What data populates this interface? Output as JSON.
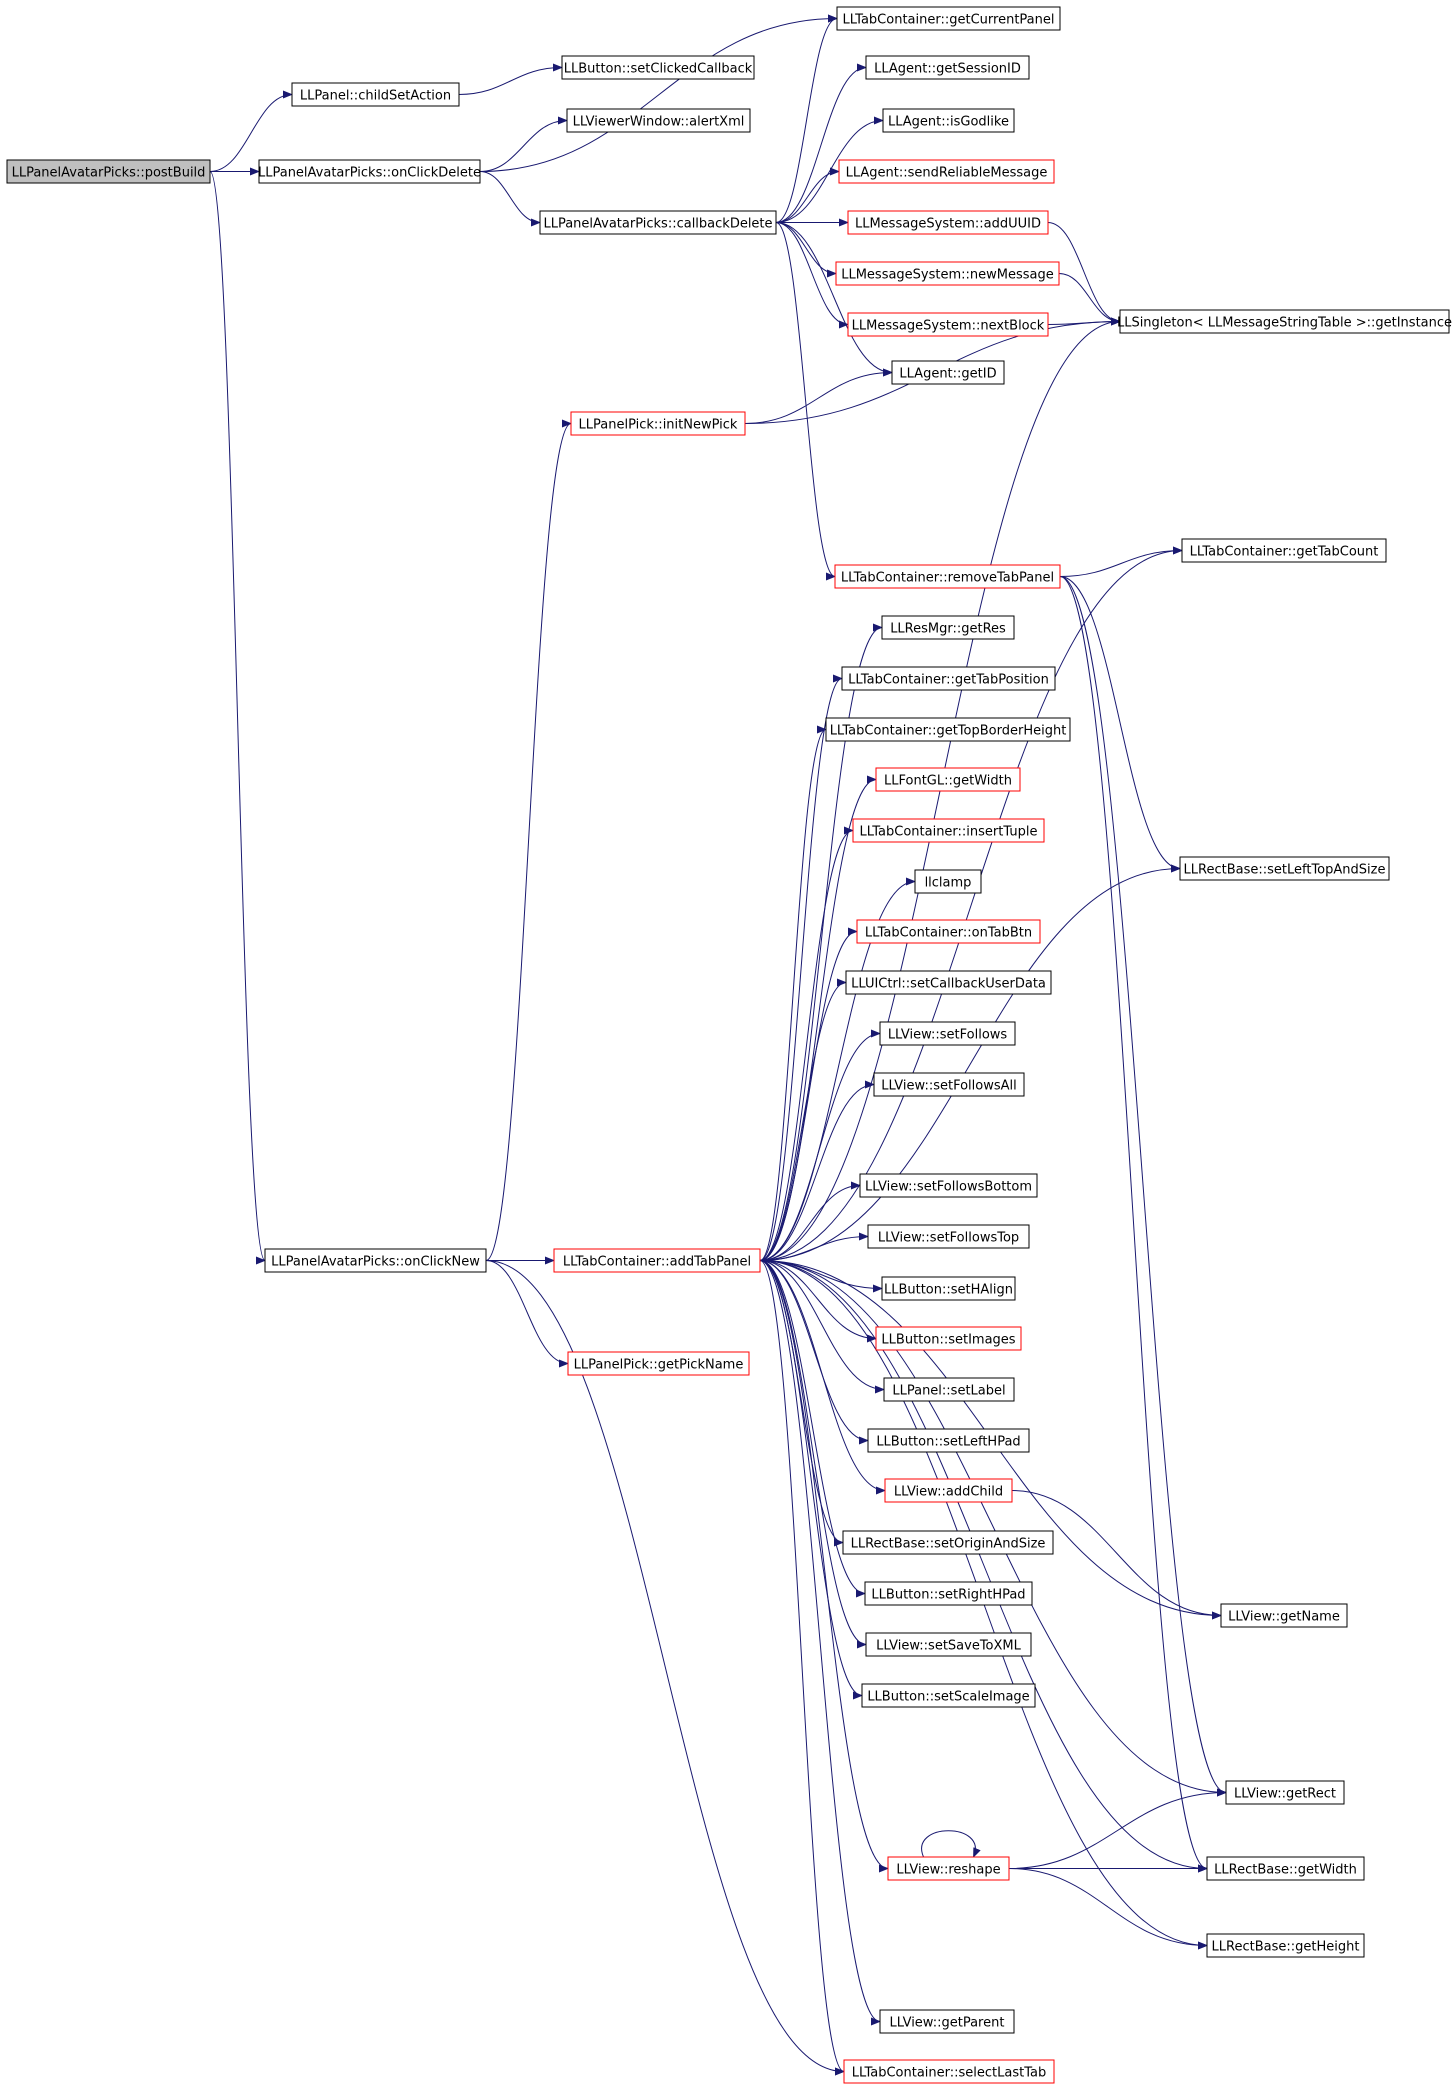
{
  "colors": {
    "edge": "#191970",
    "node_border": "#000000",
    "node_border_truncated": "#ff0000",
    "root_fill": "#bfbfbf",
    "node_fill": "#ffffff"
  },
  "nodes": [
    {
      "id": "postBuild",
      "label": "LLPanelAvatarPicks::postBuild",
      "style": "root"
    },
    {
      "id": "childSetAction",
      "label": "LLPanel::childSetAction",
      "style": "normal"
    },
    {
      "id": "onClickDelete",
      "label": "LLPanelAvatarPicks::onClickDelete",
      "style": "normal"
    },
    {
      "id": "onClickNew",
      "label": "LLPanelAvatarPicks::onClickNew",
      "style": "normal"
    },
    {
      "id": "setClickedCallback",
      "label": "LLButton::setClickedCallback",
      "style": "normal"
    },
    {
      "id": "alertXml",
      "label": "LLViewerWindow::alertXml",
      "style": "normal"
    },
    {
      "id": "callbackDelete",
      "label": "LLPanelAvatarPicks::callbackDelete",
      "style": "normal"
    },
    {
      "id": "initNewPick",
      "label": "LLPanelPick::initNewPick",
      "style": "truncated"
    },
    {
      "id": "addTabPanel",
      "label": "LLTabContainer::addTabPanel",
      "style": "truncated"
    },
    {
      "id": "getPickName",
      "label": "LLPanelPick::getPickName",
      "style": "truncated"
    },
    {
      "id": "getCurrentPanel",
      "label": "LLTabContainer::getCurrentPanel",
      "style": "normal"
    },
    {
      "id": "getSessionID",
      "label": "LLAgent::getSessionID",
      "style": "normal"
    },
    {
      "id": "isGodlike",
      "label": "LLAgent::isGodlike",
      "style": "normal"
    },
    {
      "id": "sendReliableMessage",
      "label": "LLAgent::sendReliableMessage",
      "style": "truncated"
    },
    {
      "id": "addUUID",
      "label": "LLMessageSystem::addUUID",
      "style": "truncated"
    },
    {
      "id": "newMessage",
      "label": "LLMessageSystem::newMessage",
      "style": "truncated"
    },
    {
      "id": "nextBlock",
      "label": "LLMessageSystem::nextBlock",
      "style": "truncated"
    },
    {
      "id": "getID",
      "label": "LLAgent::getID",
      "style": "normal"
    },
    {
      "id": "removeTabPanel",
      "label": "LLTabContainer::removeTabPanel",
      "style": "truncated"
    },
    {
      "id": "getRes",
      "label": "LLResMgr::getRes",
      "style": "normal"
    },
    {
      "id": "getTabPosition",
      "label": "LLTabContainer::getTabPosition",
      "style": "normal"
    },
    {
      "id": "getTopBorderHeight",
      "label": "LLTabContainer::getTopBorderHeight",
      "style": "normal"
    },
    {
      "id": "fontGetWidth",
      "label": "LLFontGL::getWidth",
      "style": "truncated"
    },
    {
      "id": "insertTuple",
      "label": "LLTabContainer::insertTuple",
      "style": "truncated"
    },
    {
      "id": "llclamp",
      "label": "llclamp",
      "style": "normal"
    },
    {
      "id": "onTabBtn",
      "label": "LLTabContainer::onTabBtn",
      "style": "truncated"
    },
    {
      "id": "setCallbackUserData",
      "label": "LLUICtrl::setCallbackUserData",
      "style": "normal"
    },
    {
      "id": "setFollows",
      "label": "LLView::setFollows",
      "style": "normal"
    },
    {
      "id": "setFollowsAll",
      "label": "LLView::setFollowsAll",
      "style": "normal"
    },
    {
      "id": "setFollowsBottom",
      "label": "LLView::setFollowsBottom",
      "style": "normal"
    },
    {
      "id": "setFollowsTop",
      "label": "LLView::setFollowsTop",
      "style": "normal"
    },
    {
      "id": "setHAlign",
      "label": "LLButton::setHAlign",
      "style": "normal"
    },
    {
      "id": "setImages",
      "label": "LLButton::setImages",
      "style": "truncated"
    },
    {
      "id": "setLabel",
      "label": "LLPanel::setLabel",
      "style": "normal"
    },
    {
      "id": "setLeftHPad",
      "label": "LLButton::setLeftHPad",
      "style": "normal"
    },
    {
      "id": "addChild",
      "label": "LLView::addChild",
      "style": "truncated"
    },
    {
      "id": "setOriginAndSize",
      "label": "LLRectBase::setOriginAndSize",
      "style": "normal"
    },
    {
      "id": "setRightHPad",
      "label": "LLButton::setRightHPad",
      "style": "normal"
    },
    {
      "id": "setSaveToXML",
      "label": "LLView::setSaveToXML",
      "style": "normal"
    },
    {
      "id": "setScaleImage",
      "label": "LLButton::setScaleImage",
      "style": "normal"
    },
    {
      "id": "reshape",
      "label": "LLView::reshape",
      "style": "truncated"
    },
    {
      "id": "getParent",
      "label": "LLView::getParent",
      "style": "normal"
    },
    {
      "id": "selectLastTab",
      "label": "LLTabContainer::selectLastTab",
      "style": "truncated"
    },
    {
      "id": "getInstance",
      "label": "LLSingleton< LLMessageStringTable >::getInstance",
      "style": "normal"
    },
    {
      "id": "getTabCount",
      "label": "LLTabContainer::getTabCount",
      "style": "normal"
    },
    {
      "id": "setLeftTopAndSize",
      "label": "LLRectBase::setLeftTopAndSize",
      "style": "normal"
    },
    {
      "id": "getName",
      "label": "LLView::getName",
      "style": "normal"
    },
    {
      "id": "getRect",
      "label": "LLView::getRect",
      "style": "normal"
    },
    {
      "id": "rectGetWidth",
      "label": "LLRectBase::getWidth",
      "style": "normal"
    },
    {
      "id": "getHeight",
      "label": "LLRectBase::getHeight",
      "style": "normal"
    }
  ],
  "edges": [
    [
      "postBuild",
      "childSetAction"
    ],
    [
      "postBuild",
      "onClickDelete"
    ],
    [
      "postBuild",
      "onClickNew"
    ],
    [
      "childSetAction",
      "setClickedCallback"
    ],
    [
      "onClickDelete",
      "alertXml"
    ],
    [
      "onClickDelete",
      "getCurrentPanel"
    ],
    [
      "onClickDelete",
      "callbackDelete"
    ],
    [
      "onClickNew",
      "initNewPick"
    ],
    [
      "onClickNew",
      "addTabPanel"
    ],
    [
      "onClickNew",
      "getPickName"
    ],
    [
      "onClickNew",
      "selectLastTab"
    ],
    [
      "callbackDelete",
      "getCurrentPanel"
    ],
    [
      "callbackDelete",
      "getSessionID"
    ],
    [
      "callbackDelete",
      "isGodlike"
    ],
    [
      "callbackDelete",
      "sendReliableMessage"
    ],
    [
      "callbackDelete",
      "addUUID"
    ],
    [
      "callbackDelete",
      "newMessage"
    ],
    [
      "callbackDelete",
      "nextBlock"
    ],
    [
      "callbackDelete",
      "getID"
    ],
    [
      "callbackDelete",
      "removeTabPanel"
    ],
    [
      "initNewPick",
      "getID"
    ],
    [
      "initNewPick",
      "getInstance"
    ],
    [
      "addUUID",
      "getInstance"
    ],
    [
      "newMessage",
      "getInstance"
    ],
    [
      "nextBlock",
      "getInstance"
    ],
    [
      "removeTabPanel",
      "getTabCount"
    ],
    [
      "removeTabPanel",
      "setLeftTopAndSize"
    ],
    [
      "removeTabPanel",
      "getRect"
    ],
    [
      "removeTabPanel",
      "rectGetWidth"
    ],
    [
      "addTabPanel",
      "getInstance"
    ],
    [
      "addTabPanel",
      "getTabCount"
    ],
    [
      "addTabPanel",
      "getRes"
    ],
    [
      "addTabPanel",
      "getTabPosition"
    ],
    [
      "addTabPanel",
      "getTopBorderHeight"
    ],
    [
      "addTabPanel",
      "fontGetWidth"
    ],
    [
      "addTabPanel",
      "insertTuple"
    ],
    [
      "addTabPanel",
      "llclamp"
    ],
    [
      "addTabPanel",
      "onTabBtn"
    ],
    [
      "addTabPanel",
      "setCallbackUserData"
    ],
    [
      "addTabPanel",
      "setFollows"
    ],
    [
      "addTabPanel",
      "setFollowsAll"
    ],
    [
      "addTabPanel",
      "setLeftTopAndSize"
    ],
    [
      "addTabPanel",
      "setFollowsBottom"
    ],
    [
      "addTabPanel",
      "setFollowsTop"
    ],
    [
      "addTabPanel",
      "setHAlign"
    ],
    [
      "addTabPanel",
      "setImages"
    ],
    [
      "addTabPanel",
      "setLabel"
    ],
    [
      "addTabPanel",
      "setLeftHPad"
    ],
    [
      "addTabPanel",
      "addChild"
    ],
    [
      "addTabPanel",
      "setOriginAndSize"
    ],
    [
      "addTabPanel",
      "setRightHPad"
    ],
    [
      "addTabPanel",
      "setSaveToXML"
    ],
    [
      "addTabPanel",
      "setScaleImage"
    ],
    [
      "addTabPanel",
      "getName"
    ],
    [
      "addTabPanel",
      "getRect"
    ],
    [
      "addTabPanel",
      "reshape"
    ],
    [
      "addTabPanel",
      "rectGetWidth"
    ],
    [
      "addTabPanel",
      "getHeight"
    ],
    [
      "addTabPanel",
      "getParent"
    ],
    [
      "addTabPanel",
      "selectLastTab"
    ],
    [
      "addChild",
      "getName"
    ],
    [
      "reshape",
      "reshape"
    ],
    [
      "reshape",
      "getRect"
    ],
    [
      "reshape",
      "rectGetWidth"
    ],
    [
      "reshape",
      "getHeight"
    ]
  ]
}
